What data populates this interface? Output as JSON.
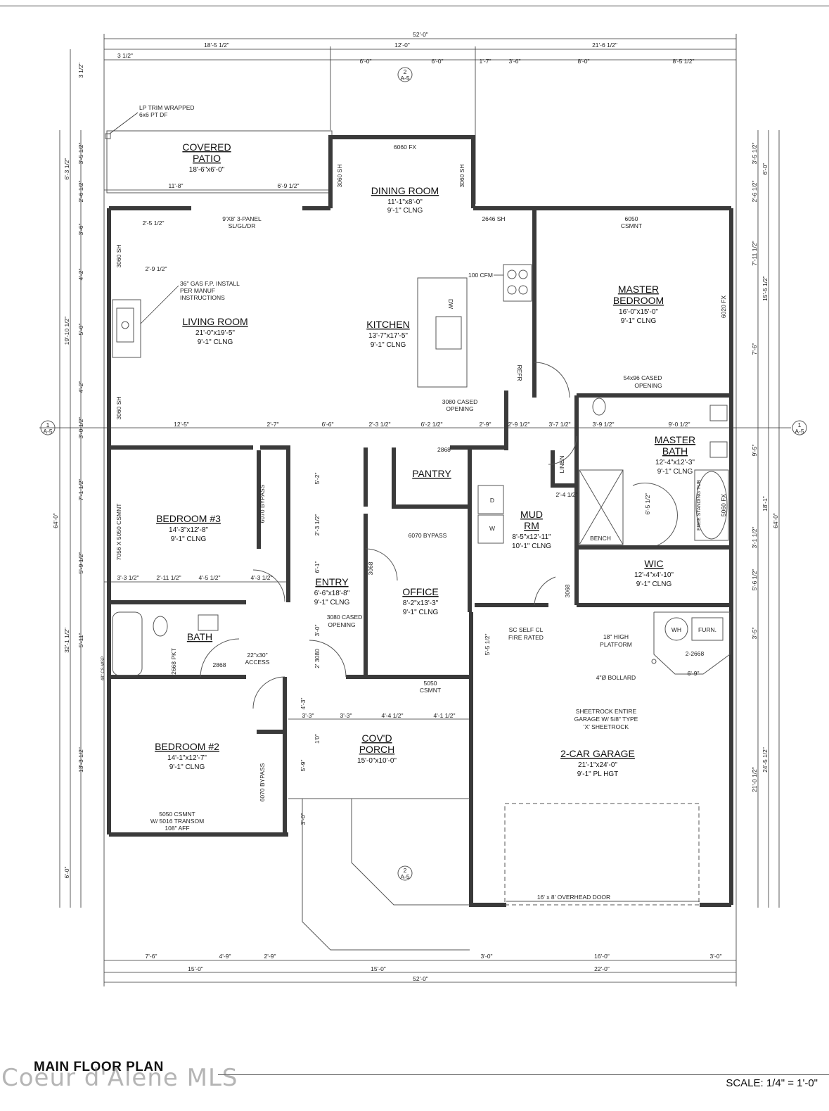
{
  "rooms": {
    "covered_patio": {
      "name_l1": "COVERED",
      "name_l2": "PATIO",
      "dims": "18'-6\"x6'-0\""
    },
    "dining": {
      "name": "DINING ROOM",
      "dims": "11'-1\"x8'-0\"",
      "clng": "9'-1\" CLNG"
    },
    "living": {
      "name": "LIVING ROOM",
      "dims": "21'-0\"x19'-5\"",
      "clng": "9'-1\" CLNG"
    },
    "kitchen": {
      "name": "KITCHEN",
      "dims": "13'-7\"x17'-5\"",
      "clng": "9'-1\" CLNG"
    },
    "master_bed": {
      "name_l1": "MASTER",
      "name_l2": "BEDROOM",
      "dims": "16'-0\"x15'-0\"",
      "clng": "9'-1\" CLNG"
    },
    "master_bath": {
      "name_l1": "MASTER",
      "name_l2": "BATH",
      "dims": "12'-4\"x12'-3\"",
      "clng": "9'-1\" CLNG"
    },
    "bedroom3": {
      "name": "BEDROOM #3",
      "dims": "14'-3\"x12'-8\"",
      "clng": "9'-1\" CLNG"
    },
    "pantry": {
      "name": "PANTRY"
    },
    "mud": {
      "name_l1": "MUD",
      "name_l2": "RM",
      "dims": "8'-5\"x12'-11\"",
      "clng": "10'-1\" CLNG"
    },
    "wic": {
      "name": "WIC",
      "dims": "12'-4\"x4'-10\"",
      "clng": "9'-1\" CLNG"
    },
    "entry": {
      "name": "ENTRY",
      "dims": "6'-6\"x18'-8\"",
      "clng": "9'-1\" CLNG"
    },
    "office": {
      "name": "OFFICE",
      "dims": "8'-2\"x13'-3\"",
      "clng": "9'-1\" CLNG"
    },
    "bath": {
      "name": "BATH"
    },
    "bedroom2": {
      "name": "BEDROOM #2",
      "dims": "14'-1\"x12'-7\"",
      "clng": "9'-1\" CLNG"
    },
    "porch": {
      "name_l1": "COV'D",
      "name_l2": "PORCH",
      "dims": "15'-0\"x10'-0\""
    },
    "garage": {
      "name": "2-CAR GARAGE",
      "dims": "21'-1\"x24'-0\"",
      "clng": "9'-1\" PL HGT"
    }
  },
  "notes": {
    "lp_trim_l1": "LP TRIM WRAPPED",
    "lp_trim_l2": "6x6 PT DF",
    "slider_l1": "9'X8' 3-PANEL",
    "slider_l2": "SL/GL/DR",
    "fp_l1": "36\" GAS F.P. INSTALL",
    "fp_l2": "PER MANUF",
    "fp_l3": "INSTRUCTIONS",
    "cfm": "100 CFM",
    "cased1_l1": "3080 CASED",
    "cased1_l2": "OPENING",
    "cased2_l1": "54x96 CASED",
    "cased2_l2": "OPENING",
    "cased3_l1": "3080 CASED",
    "cased3_l2": "OPENING",
    "sc_l1": "SC SELF CL",
    "sc_l2": "FIRE RATED",
    "platform_l1": "18\" HIGH",
    "platform_l2": "PLATFORM",
    "bollard": "4\"Ø BOLLARD",
    "sheetrock_l1": "SHEETROCK ENTIRE",
    "sheetrock_l2": "GARAGE W/ 5/8\" TYPE",
    "sheetrock_l3": "'X' SHEETROCK",
    "overhead": "16' x 8' OVERHEAD DOOR",
    "csmnt_l1": "5050 CSMNT",
    "csmnt_l2": "W/ 5016 TRANSOM",
    "csmnt_l3": "108\" AFF",
    "wh": "WH",
    "furn": "FURN.",
    "bench": "BENCH",
    "linen": "LINEN",
    "w6060": "6060 FX",
    "w6050": "6050",
    "csmnt": "CSMNT",
    "w6020": "6020 FX",
    "w3060": "3060 SH",
    "w2646": "2646 SH",
    "w7056": "7056 X 5050 CSMNT",
    "w6070b": "6070 BYPASS",
    "w6070b2": "6070 BYPASS",
    "w6070b3": "6070 BYPASS",
    "d2868": "2868",
    "d3068": "3068",
    "d22x30": "22\"x30\"",
    "access": "ACCESS",
    "refr": "REFR",
    "dw": "DW",
    "w5050": "5050",
    "w5060": "5060 FX",
    "tub": "FREE STANDING TUB",
    "pkt": "2668 PKT",
    "d22668": "2-2668",
    "w": "W",
    "d": "D",
    "cs_wsp": "48\" CS-WSP"
  },
  "dims_top": {
    "overall": "52'-0\"",
    "a": "18'-5 1/2\"",
    "b": "12'-0\"",
    "c": "21'-6 1/2\"",
    "d": "3 1/2\"",
    "e": "6'-0\"",
    "f": "6'-0\"",
    "g": "1'-7\"",
    "h": "3'-6\"",
    "i": "8'-0\"",
    "j": "8'-5 1/2\"",
    "k": "11'-8\"",
    "l": "6'-9 1/2\"",
    "m": "2'-5 1/2\"",
    "n": "2'-9 1/2\""
  },
  "dims_mid": {
    "a": "12'-5\"",
    "b": "2'-7\"",
    "c": "6'-6\"",
    "d": "2'-3 1/2\"",
    "e": "6'-2 1/2\"",
    "f": "2'-9\"",
    "g": "2'-9 1/2\"",
    "h": "3'-7 1/2\"",
    "i": "3'-9 1/2\"",
    "j": "9'-0 1/2\"",
    "k": "3'-3 1/2\"",
    "l": "2'-11 1/2\"",
    "m": "4'-5 1/2\"",
    "n": "4'-3 1/2\"",
    "o": "3'-3\"",
    "p": "3'-3\"",
    "q": "4'-4 1/2\"",
    "r": "4'-1 1/2\"",
    "s": "2'-4 1/2\"",
    "t": "6'-9\""
  },
  "dims_bottom": {
    "a": "7'-6\"",
    "b": "4'-9\"",
    "c": "2'-9\"",
    "d": "3'-0\"",
    "e": "16'-0\"",
    "f": "3'-0\"",
    "g": "15'-0\"",
    "h": "15'-0\"",
    "i": "22'-0\"",
    "overall": "52'-0\""
  },
  "dims_left": {
    "a": "3 1/2\"",
    "b": "6'-3 1/2\"",
    "c": "3'-5 1/2\"",
    "d": "2'-6 1/2\"",
    "e": "3'-6\"",
    "f": "4'-2\"",
    "g": "19'-10 1/2\"",
    "h": "5'-0\"",
    "i": "4'-2\"",
    "j": "3'-0 1/2\"",
    "k": "7'-1 1/2\"",
    "l": "64'-0\"",
    "m": "5'-9 1/2\"",
    "n": "32'-1 1/2\"",
    "o": "5'-11\"",
    "p": "13'-3 1/2\"",
    "q": "6'-0\""
  },
  "dims_right": {
    "a": "3'-5 1/2\"",
    "b": "6'-0\"",
    "c": "2'-6 1/2\"",
    "d": "7'-11 1/2\"",
    "e": "15'-5 1/2\"",
    "f": "7'-6\"",
    "g": "9'-5\"",
    "h": "18'-1\"",
    "i": "64'-0\"",
    "j": "3'-1 1/2\"",
    "k": "5'-6 1/2\"",
    "l": "3'-5\"",
    "m": "24'-5 1/2\"",
    "n": "21'-0 1/2\"",
    "o": "6'-5 1/2\"",
    "p": "5'-5 1/2\""
  },
  "dims_inner": {
    "a": "5'-2\"",
    "b": "2'-3 1/2\"",
    "c": "6'-1\"",
    "d": "2' 3080",
    "e": "3'-0\"",
    "f": "4'-3\"",
    "g": "1'0\"",
    "h": "5'-9\"",
    "i": "3'-0\""
  },
  "section_markers": {
    "a": "2",
    "b": "A-5",
    "c": "1"
  },
  "footer": {
    "title": "MAIN FLOOR PLAN",
    "watermark": "Coeur d'Alene MLS",
    "scale": "SCALE: 1/4\" = 1'-0\""
  }
}
